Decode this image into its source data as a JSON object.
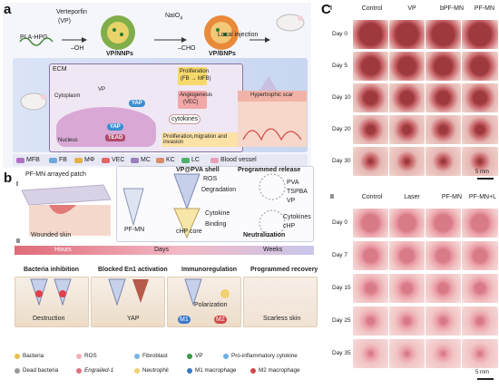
{
  "panel_a": {
    "letter": "a",
    "material": "PLA-HPG",
    "drug_label": "Verteporfin",
    "drug_abbr": "(VP)",
    "group_oh": "–OH",
    "particle_1": "VP/NNPs",
    "oxidizer": "NaIO",
    "oxidizer_sub": "4",
    "group_cho": "–CHO",
    "particle_2": "VP/BNPs",
    "injection": "Local injection",
    "ecm": "ECM",
    "cytoplasm": "Cytoplasm",
    "nucleus": "Nucleus",
    "vp": "VP",
    "yap_1": "YAP",
    "yap_2": "YAP",
    "tead": "TEAD",
    "cytokines": "cytokines",
    "scar": "Hypertrophic scar",
    "box_proliferation": "Proliferation",
    "box_proliferation_sub": "(FB → MFB)",
    "box_angiogenesis": "Angiogenesis",
    "box_angiogenesis_sub": "(VEC)",
    "box_migration": "Proliferation,migration and invasion",
    "legend": [
      {
        "label": "MFB",
        "color": "#b070c8"
      },
      {
        "label": "FB",
        "color": "#6fa8dc"
      },
      {
        "label": "MΦ",
        "color": "#e2b14a"
      },
      {
        "label": "VEC",
        "color": "#e06666"
      },
      {
        "label": "MC",
        "color": "#9b7fb8"
      },
      {
        "label": "KC",
        "color": "#d98c6a"
      },
      {
        "label": "LC",
        "color": "#4fae6a"
      },
      {
        "label": "Blood vessel",
        "color": "#e8a0b8"
      }
    ]
  },
  "panel_b": {
    "letter": "b",
    "section_1": "I",
    "section_2": "II",
    "patch": "PF-MN arrayed patch",
    "skin": "Wounded skin",
    "shell": "VP@PVA shell",
    "ros": "ROS",
    "degradation": "Degradation",
    "programmed_release": "Programmed release",
    "pva": "PVA",
    "tspba": "TSPBA",
    "vp": "VP",
    "pf_mn": "PF-MN",
    "core": "cHP core",
    "cytokine": "Cytokine",
    "binding": "Binding",
    "cytokines": "Cytokines",
    "chp": "cHP",
    "neutralization": "Neutralization",
    "timeline": [
      "Hours",
      "Days",
      "Weeks"
    ],
    "phases": [
      "Bacteria inhibition",
      "Blocked En1 activation",
      "Immunoregulation",
      "Programmed recovery"
    ],
    "destruction": "Destruction",
    "yap": "YAP",
    "polarization": "Polarization",
    "m1": "M1",
    "m2": "M2",
    "scarless": "Scarless skin",
    "legend": [
      {
        "label": "Bacteria",
        "color": "#e8c14a"
      },
      {
        "label": "ROS",
        "color": "#f2b0b8"
      },
      {
        "label": "Fibroblast",
        "color": "#7cb3e0"
      },
      {
        "label": "VP",
        "color": "#3a9a4a"
      },
      {
        "label": "Pro-inflammatory cytokine",
        "color": "#6ab0e8"
      },
      {
        "label": "Dead bacteria",
        "color": "#9a9a9a"
      },
      {
        "label": "Engrailed-1",
        "color": "#e07080"
      },
      {
        "label": "Neutrophil",
        "color": "#f0d070"
      },
      {
        "label": "M1 macrophage",
        "color": "#3a78c8"
      },
      {
        "label": "M2 macrophage",
        "color": "#d04848"
      }
    ]
  },
  "panel_c": {
    "letter": "C",
    "block_1": {
      "numeral": "I",
      "columns": [
        "Control",
        "VP",
        "bPF-MN",
        "PF-MN"
      ],
      "rows": [
        "Day 0",
        "Day 5",
        "Day 10",
        "Day 20",
        "Day 30"
      ],
      "scale": "5 mm"
    },
    "block_2": {
      "numeral": "II",
      "columns": [
        "Control",
        "Laser",
        "PF-MN",
        "PF-MN+L"
      ],
      "rows": [
        "Day 0",
        "Day 7",
        "Day 15",
        "Day 25",
        "Day 35"
      ],
      "scale": "5 mm"
    }
  }
}
